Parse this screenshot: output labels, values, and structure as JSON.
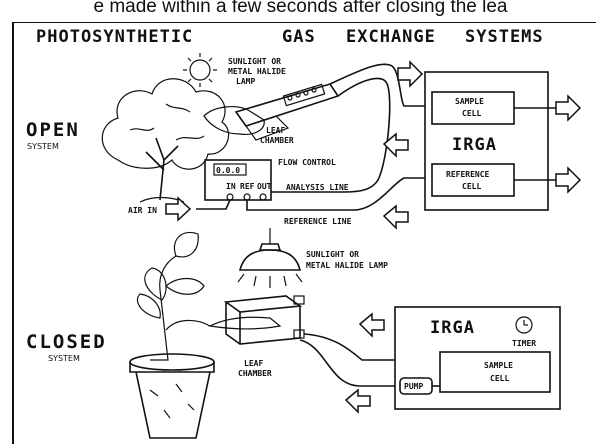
{
  "caption": "e made within a few seconds after closing the lea",
  "title_words": [
    "PHOTOSYNTHETIC",
    "GAS",
    "EXCHANGE",
    "SYSTEMS"
  ],
  "open_system": {
    "heading": "OPEN",
    "subheading": "SYSTEM",
    "lamp_label": [
      "SUNLIGHT OR",
      "METAL HALIDE",
      "LAMP"
    ],
    "leaf_chamber_label": [
      "LEAF",
      "CHAMBER"
    ],
    "flow_control_label": "FLOW CONTROL",
    "analysis_line_label": "ANALYSIS LINE",
    "reference_line_label": "REFERENCE LINE",
    "air_in_label": "AIR IN",
    "port_labels": [
      "IN",
      "REF",
      "OUT"
    ],
    "display_text": "0.0.0",
    "irga_label": "IRGA",
    "sample_cell_label": [
      "SAMPLE",
      "CELL"
    ],
    "reference_cell_label": [
      "REFERENCE",
      "CELL"
    ]
  },
  "closed_system": {
    "heading": "CLOSED",
    "subheading": "SYSTEM",
    "lamp_label": [
      "SUNLIGHT OR",
      "METAL HALIDE LAMP"
    ],
    "leaf_chamber_label": [
      "LEAF",
      "CHAMBER"
    ],
    "irga_label": "IRGA",
    "timer_label": "TIMER",
    "sample_cell_label": [
      "SAMPLE",
      "CELL"
    ],
    "pump_label": "PUMP"
  }
}
